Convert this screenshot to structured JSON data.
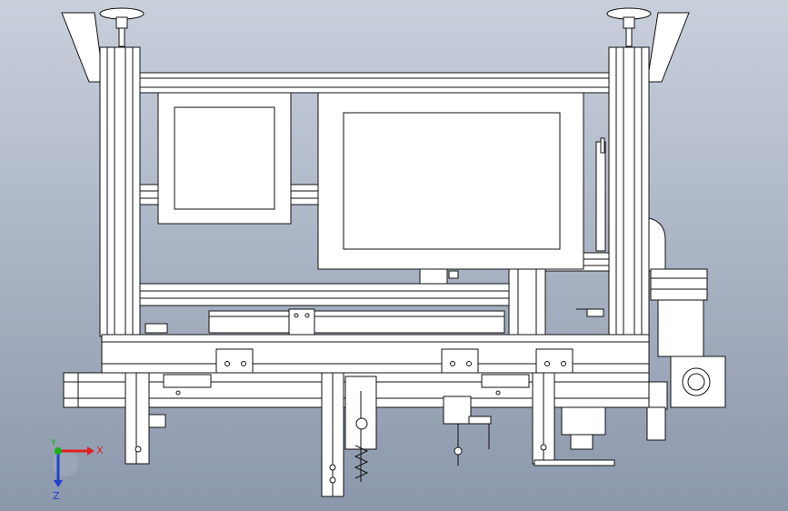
{
  "viewport": {
    "background_top": "#c9d0dc",
    "background_bottom": "#8b97ab",
    "line_color": "#111111",
    "part_fill": "#ffffff",
    "part_shade": "#d7dbe2"
  },
  "triad": {
    "x_label": "X",
    "y_label": "Y",
    "z_label": "Z",
    "x_color": "#e02020",
    "y_color": "#18b018",
    "z_color": "#2040d0"
  }
}
